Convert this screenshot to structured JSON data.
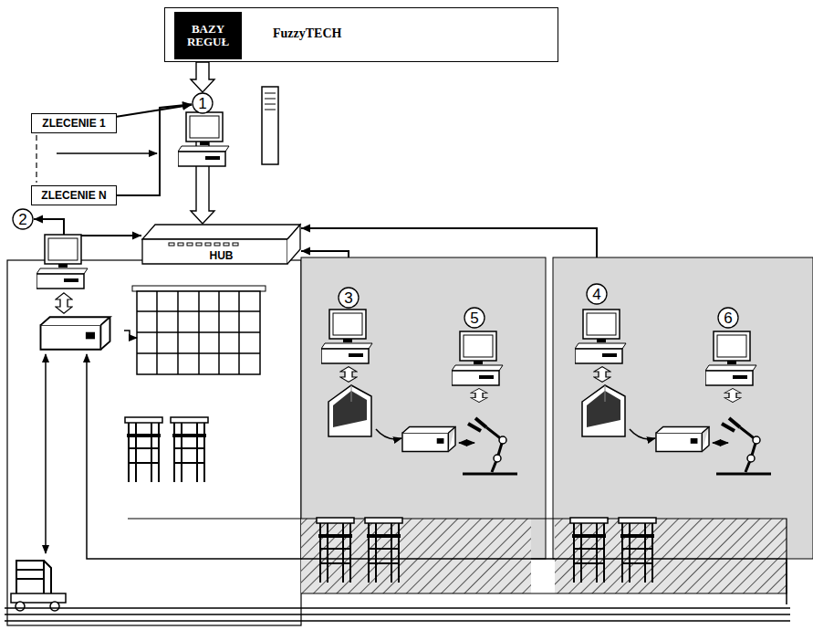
{
  "diagram": {
    "nodes": [
      {
        "text": [
          "FuzzyTECH"
        ]
      },
      {
        "text": [
          "BAZY REGUŁ"
        ],
        "in": 0
      },
      {
        "text": [
          "ZLECENIE 1"
        ]
      },
      {
        "text": [
          "1"
        ]
      },
      {
        "text": [
          "ZLECENIE N"
        ]
      },
      {
        "text": [
          "HUB"
        ]
      },
      {
        "text": [
          "2"
        ]
      },
      {
        "text": [
          "3"
        ]
      },
      {
        "text": [
          "4"
        ]
      },
      {
        "text": [
          "5"
        ]
      },
      {
        "text": [
          "6"
        ]
      }
    ],
    "edges": [
      {
        "from": 0,
        "to": 3,
        "arrow": "to"
      },
      {
        "from": 2,
        "to": 3,
        "arrow": "to"
      },
      {
        "from": 4,
        "to": 3,
        "arrow": "to"
      },
      {
        "from": 3,
        "to": 5,
        "arrow": "both"
      },
      {
        "from": 5,
        "to": 6,
        "arrow": "both"
      },
      {
        "from": 5,
        "to": 7,
        "arrow": "both"
      },
      {
        "from": 5,
        "to": 8,
        "arrow": "both"
      }
    ]
  }
}
